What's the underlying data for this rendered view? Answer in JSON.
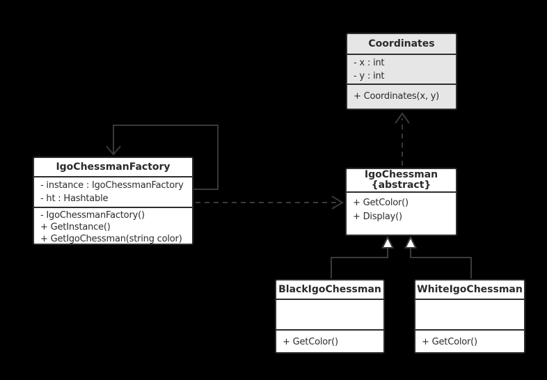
{
  "diagram": {
    "title": "Igo chessman flyweight factory UML class diagram",
    "colors": {
      "background": "#000000",
      "line": "#3a3a3a",
      "box_border": "#2d2d2d",
      "text": "#2b2b2b",
      "default_fill": "#ffffff",
      "coordinates_fill": "#e6e6e6"
    },
    "classes": {
      "coordinates": {
        "name": "Coordinates",
        "fill": "#e6e6e6",
        "fields": [
          "- x : int",
          "- y : int"
        ],
        "methods": [
          "+ Coordinates(x, y)"
        ]
      },
      "factory": {
        "name": "IgoChessmanFactory",
        "fill": "#ffffff",
        "fields": [
          "- instance : IgoChessmanFactory",
          "- ht : Hashtable"
        ],
        "methods": [
          "- IgoChessmanFactory()",
          "+ GetInstance()",
          "+ GetIgoChessman(string color)"
        ]
      },
      "igochessman": {
        "name": "IgoChessman",
        "stereotype": "{abstract}",
        "fill": "#ffffff",
        "fields": [],
        "methods": [
          "+ GetColor()",
          "+ Display()"
        ]
      },
      "black": {
        "name": "BlackIgoChessman",
        "fill": "#ffffff",
        "fields": [],
        "methods": [
          "+ GetColor()"
        ]
      },
      "white": {
        "name": "WhiteIgoChessman",
        "fill": "#ffffff",
        "fields": [],
        "methods": [
          "+ GetColor()"
        ]
      }
    },
    "relationships": [
      {
        "type": "self-association",
        "from": "IgoChessmanFactory",
        "to": "IgoChessmanFactory",
        "line": "solid",
        "head": "open-arrow"
      },
      {
        "type": "dependency",
        "from": "IgoChessmanFactory",
        "to": "IgoChessman",
        "line": "dashed",
        "head": "open-arrow"
      },
      {
        "type": "dependency",
        "from": "IgoChessman",
        "to": "Coordinates",
        "line": "dashed",
        "head": "open-arrow"
      },
      {
        "type": "generalization",
        "from": "BlackIgoChessman",
        "to": "IgoChessman",
        "line": "solid",
        "head": "hollow-triangle"
      },
      {
        "type": "generalization",
        "from": "WhiteIgoChessman",
        "to": "IgoChessman",
        "line": "solid",
        "head": "hollow-triangle"
      }
    ]
  }
}
